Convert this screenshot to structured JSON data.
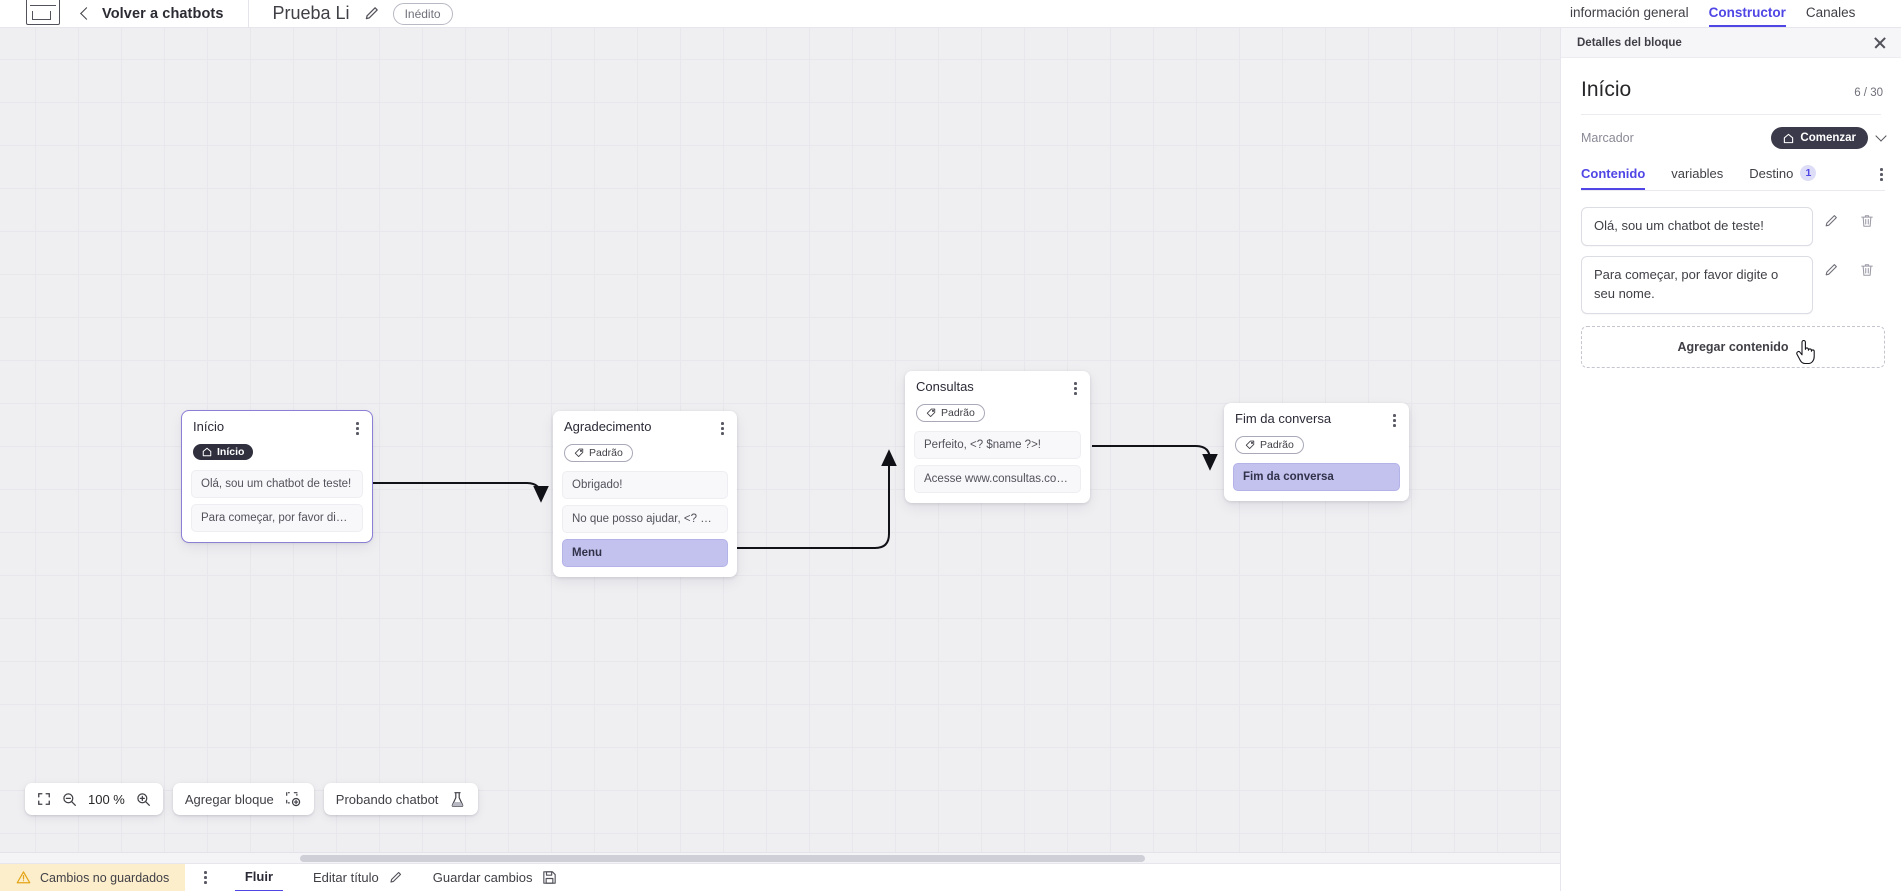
{
  "topbar": {
    "logo_name": "app-logo",
    "back_label": "Volver a chatbots",
    "doc_title": "Prueba Li",
    "status_badge": "Inédito"
  },
  "right_tabs": [
    {
      "label": "información general",
      "active": false
    },
    {
      "label": "Constructor",
      "active": true
    },
    {
      "label": "Canales",
      "active": false
    }
  ],
  "canvas": {
    "zoom_level": "100 %",
    "add_block_label": "Agregar bloque",
    "test_chatbot_label": "Probando chatbot",
    "nodes": [
      {
        "title": "Início",
        "tag": "Início",
        "tag_type": "start",
        "selected": true,
        "messages": [
          {
            "text": "Olá, sou um chatbot de teste!",
            "highlight": false
          },
          {
            "text": "Para começar, por favor digite o ...",
            "highlight": false
          }
        ]
      },
      {
        "title": "Agradecimento",
        "tag": "Padrão",
        "tag_type": "std",
        "selected": false,
        "messages": [
          {
            "text": "Obrigado!",
            "highlight": false
          },
          {
            "text": "No que posso ajudar, <? $name ...",
            "highlight": false
          },
          {
            "text": "Menu",
            "highlight": true
          }
        ]
      },
      {
        "title": "Consultas",
        "tag": "Padrão",
        "tag_type": "std",
        "selected": false,
        "messages": [
          {
            "text": "Perfeito, <? $name ?>!",
            "highlight": false
          },
          {
            "text": "Acesse www.consultas.com par...",
            "highlight": false
          }
        ]
      },
      {
        "title": "Fim da conversa",
        "tag": "Padrão",
        "tag_type": "std",
        "selected": false,
        "messages": [
          {
            "text": "Fim da conversa",
            "highlight": true
          }
        ]
      }
    ]
  },
  "statusbar": {
    "unsaved_label": "Cambios no guardados",
    "flow_tab": "Fluir",
    "edit_title_label": "Editar título",
    "save_changes_label": "Guardar cambios"
  },
  "panel": {
    "header_title": "Detalles del bloque",
    "block_title": "Início",
    "counter": "6 / 30",
    "marker_label": "Marcador",
    "marker_value": "Comenzar",
    "tabs": [
      {
        "label": "Contenido",
        "active": true,
        "badge": ""
      },
      {
        "label": "variables",
        "active": false,
        "badge": ""
      },
      {
        "label": "Destino",
        "active": false,
        "badge": "1"
      }
    ],
    "contents": [
      {
        "text": "Olá, sou um chatbot de teste!"
      },
      {
        "text": "Para começar, por favor digite o seu nome."
      }
    ],
    "add_content_label": "Agregar contenido"
  },
  "colors": {
    "accent": "#4f46e5",
    "canvas_bg": "#efeff2",
    "grid_line": "#e7e7ec",
    "highlight": "#c3c2ee",
    "warning_bg": "#fdeecb",
    "dark_pill": "#2f2f3e"
  }
}
